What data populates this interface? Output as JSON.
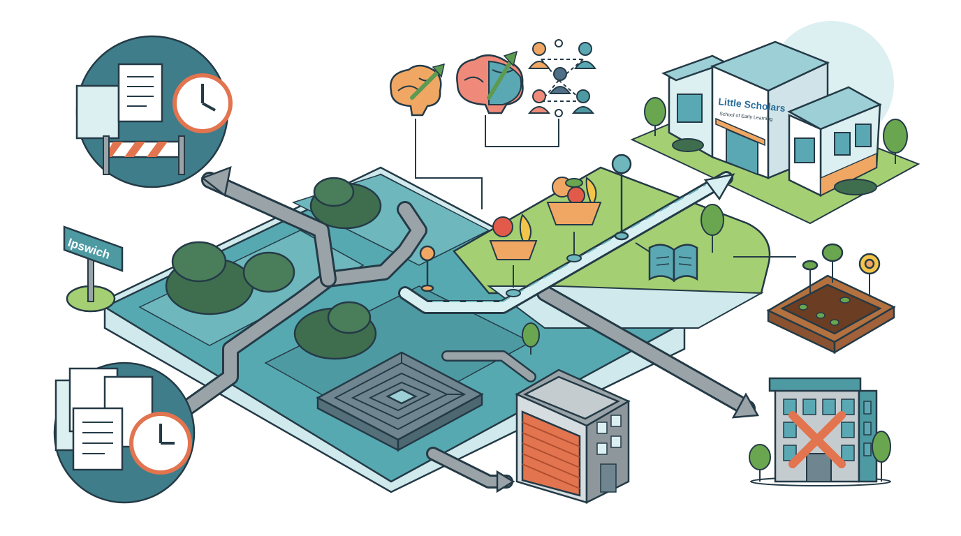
{
  "sign": {
    "text": "Ipswich"
  },
  "school": {
    "name": "Little Scholars",
    "tagline": "School of Early Learning"
  },
  "colors": {
    "teal": "#4fa4ad",
    "teal_light": "#bfe3e6",
    "dark": "#243a46",
    "green": "#8cbf5a",
    "grass": "#a9d37a",
    "path_gray": "#8d979c",
    "orange": "#e2744f",
    "shrub": "#3f6e4f"
  },
  "icons": [
    "documents-clock-barrier-icon",
    "documents-clock-icon",
    "brain-growth-icon",
    "brain-growth-large-icon",
    "community-network-icon",
    "school-building-icon",
    "fruit-basket-icon",
    "book-icon",
    "garden-bed-icon",
    "warehouse-icon",
    "closed-building-icon",
    "maze-icon",
    "map-pin-icon"
  ]
}
